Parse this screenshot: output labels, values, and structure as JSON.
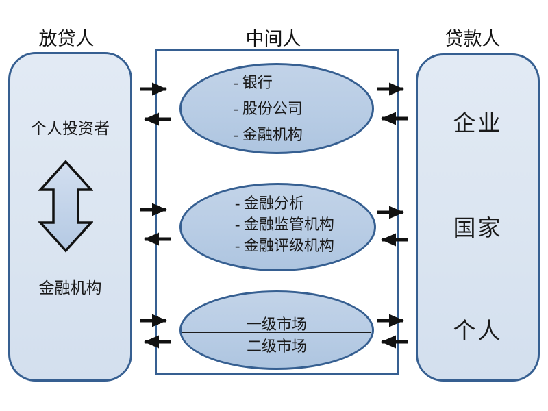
{
  "headers": {
    "lenders": "放贷人",
    "intermediaries": "中间人",
    "borrowers": "贷款人"
  },
  "lenders_box": {
    "investor_label": "个人投资者",
    "institution_label": "金融机构"
  },
  "intermediaries_box": {
    "banks_ellipse": {
      "item1": "- 银行",
      "item2": "- 股份公司",
      "item3": "- 金融机构"
    },
    "oversight_ellipse": {
      "item1": "- 金融分析",
      "item2": "- 金融监管机构",
      "item3": "- 金融评级机构"
    },
    "markets_ellipse": {
      "primary": "一级市场",
      "secondary": "二级市场"
    }
  },
  "borrowers_box": {
    "enterprise": "企业",
    "state": "国家",
    "individual": "个人"
  },
  "icons": {
    "updown_arrow": "double-headed-vertical-arrow",
    "right_flow_arrow": "right-arrow",
    "left_flow_arrow": "left-arrow"
  },
  "colors": {
    "box_fill": "#dbe5f1",
    "ellipse_fill": "#b9cde5",
    "outline_blue": "#365f91",
    "arrow_black": "#111111",
    "background": "#ffffff"
  }
}
